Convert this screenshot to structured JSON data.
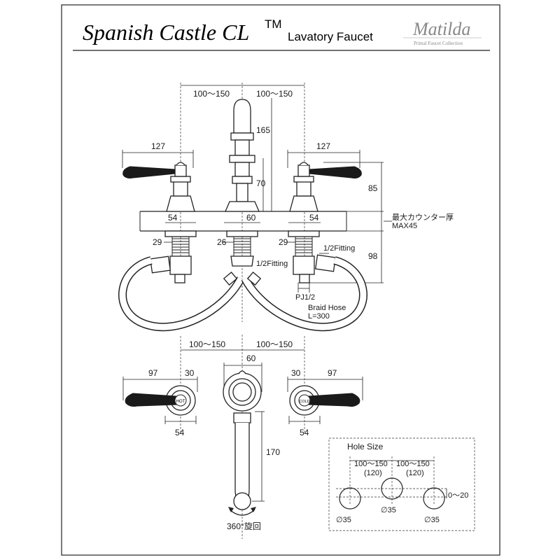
{
  "header": {
    "title": "Spanish Castle CL",
    "trademark": "TM",
    "subtitle": "Lavatory Faucet",
    "brand": "Matilda",
    "brand_tagline": "Primal Faucet Collection"
  },
  "elevation": {
    "spread_left": "100〜150",
    "spread_right": "100〜150",
    "spout_height": "165",
    "spout_neck": "70",
    "handle_reach_left": "127",
    "handle_reach_right": "127",
    "handle_height": "85",
    "below_counter": "98",
    "base_left": "54",
    "base_center": "60",
    "base_right": "54",
    "counter_note_line1": "最大カウンター厚",
    "counter_note_line2": "MAX45",
    "shank_left": "29",
    "shank_center": "26",
    "shank_right": "29",
    "fitting_right": "1/2Fitting",
    "fitting_center": "1/2Fitting",
    "pj_label": "PJ1/2",
    "hose_label_line1": "Braid Hose",
    "hose_label_line2": "L=300"
  },
  "plan": {
    "spread_left": "100〜150",
    "spread_right": "100〜150",
    "spout_width": "60",
    "left_reach": "97",
    "left_offset": "30",
    "right_offset": "30",
    "right_reach": "97",
    "left_base": "54",
    "right_base": "54",
    "spout_length": "170",
    "rotation_label": "360°旋回",
    "hot_label": "HOT",
    "cold_label": "COLD"
  },
  "hole_size": {
    "title": "Hole Size",
    "spacing_left": "100〜150",
    "spacing_left_std": "(120)",
    "spacing_right": "100〜150",
    "spacing_right_std": "(120)",
    "offset": "0〜20",
    "diameter_left": "∅35",
    "diameter_center": "∅35",
    "diameter_right": "∅35"
  }
}
